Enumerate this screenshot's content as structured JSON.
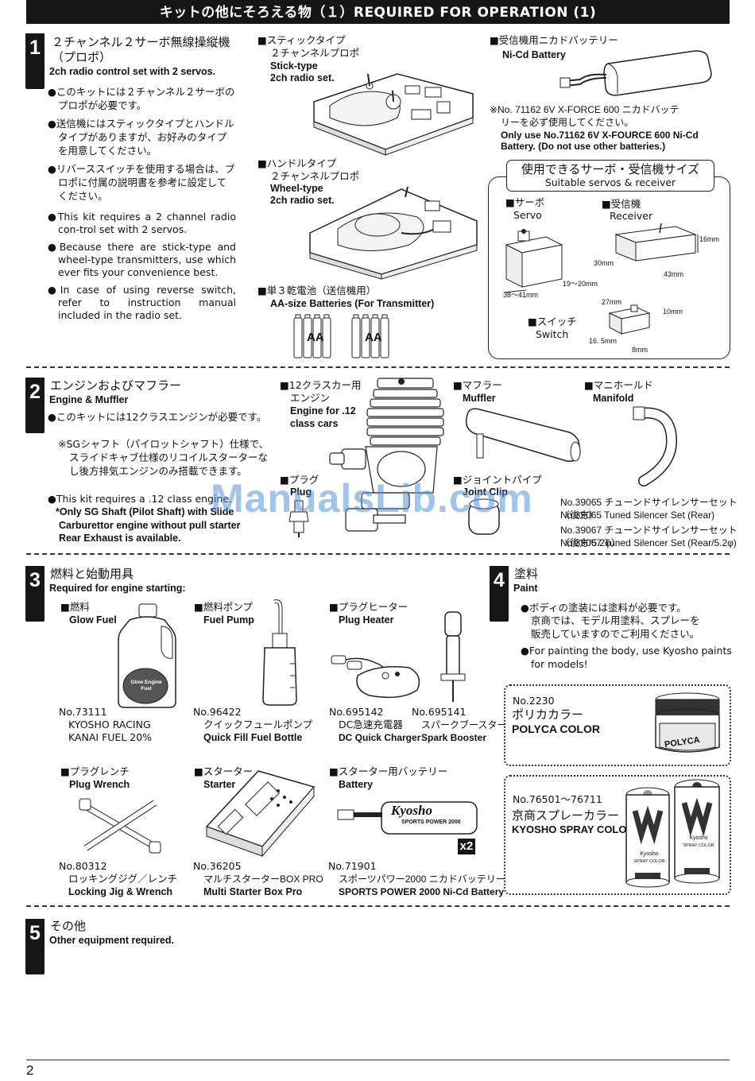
{
  "header": {
    "title": "キットの他にそろえる物（１）REQUIRED FOR OPERATION (1)"
  },
  "s1": {
    "num": "1",
    "title_jp": "２チャンネル２サーボ無線操縦機",
    "title_jp2": "（プロポ）",
    "title_en": "2ch radio control set with 2 servos.",
    "b1": "このキットには２チャンネル２サーボのプロポが必要です。",
    "b2": "送信機にはスティックタイプとハンドルタイプがありますが、お好みのタイプを用意してください。",
    "b3": "リバーススイッチを使用する場合は、プロポに付属の説明書を参考に設定してください。",
    "b4": "This kit requires a 2 channel radio con-trol set with 2 servos.",
    "b5": "Because there are stick-type and wheel-type transmitters, use which ever fits your convenience best.",
    "b6": "In case of using reverse switch, refer to instruction manual included in the radio set.",
    "stick_jp": "■スティックタイプ",
    "stick_jp2": "２チャンネルプロポ",
    "stick_en": "Stick-type",
    "stick_en2": "2ch radio set.",
    "wheel_jp": "■ハンドルタイプ",
    "wheel_jp2": "２チャンネルプロポ",
    "wheel_en": "Wheel-type",
    "wheel_en2": "2ch radio set.",
    "aa_jp": "■単３乾電池（送信機用）",
    "aa_en": "AA-size Batteries (For Transmitter)",
    "aa_label": "AA",
    "nicd_jp": "■受信機用ニカドバッテリー",
    "nicd_en": "Ni-Cd Battery",
    "nicd_note_jp": "※No. 71162 6V X-FORCE 600 ニカドバッテ",
    "nicd_note_jp2": "リーを必ず使用してください。",
    "nicd_note_en": "Only use No.71162 6V X-FOURCE 600 Ni-Cd",
    "nicd_note_en2": "Battery. (Do not use other batteries.)",
    "size_title_jp": "使用できるサーボ・受信機サイズ",
    "size_title_en": "Suitable servos & receiver",
    "servo_jp": "■サーボ",
    "servo_en": "Servo",
    "receiver_jp": "■受信機",
    "receiver_en": "Receiver",
    "switch_jp": "■スイッチ",
    "switch_en": "Switch",
    "dim_servo_w": "38〜41mm",
    "dim_servo_d": "19〜20mm",
    "dim_rx_h": "16mm",
    "dim_rx_d": "30mm",
    "dim_rx_w": "43mm",
    "dim_sw_w": "27mm",
    "dim_sw_h": "10mm",
    "dim_sw_d": "16. 5mm",
    "dim_sw_e": "8mm"
  },
  "s2": {
    "num": "2",
    "title_jp": "エンジンおよびマフラー",
    "title_en": "Engine & Muffler",
    "b1": "このキットには12クラスエンジンが必要です。",
    "n1": "※SGシャフト（パイロットシャフト）仕様で、スライドキャブ仕様のリコイルスターターなし後方排気エンジンのみ搭載できます。",
    "e1": "This kit requires a .12 class engine.",
    "e2": "*Only SG Shaft (Pilot Shaft) with Slide",
    "e3": "Carburettor engine without pull starter",
    "e4": "Rear Exhaust is available.",
    "engine_jp": "■12クラスカー用",
    "engine_jp2": "エンジン",
    "engine_en": "Engine for .12",
    "engine_en2": "class cars",
    "plug_jp": "■プラグ",
    "plug_en": "Plug",
    "muffler_jp": "■マフラー",
    "muffler_en": "Muffler",
    "joint_jp": "■ジョイントパイプ",
    "joint_en": "Joint Clip",
    "manifold_jp": "■マニホールド",
    "manifold_en": "Manifold",
    "p1": "No.39065 チューンドサイレンサーセット（後方）",
    "p2": "No.39065 Tuned Silencer Set (Rear)",
    "p3": "No.39067 チューンドサイレンサーセット（後方/5.2φ）",
    "p4": "No.39067 Tuned Silencer Set (Rear/5.2φ)"
  },
  "s3": {
    "num": "3",
    "title_jp": "燃料と始動用具",
    "title_en": "Required for engine starting:",
    "fuel_jp": "■燃料",
    "fuel_en": "Glow Fuel",
    "fuel_label": "Glow Engine Fuel",
    "fuel_no": "No.73111",
    "fuel_name": "KYOSHO RACING",
    "fuel_name2": "KANAI FUEL 20%",
    "pump_jp": "■燃料ポンプ",
    "pump_en": "Fuel Pump",
    "pump_no": "No.96422",
    "pump_name_jp": "クイックフュールポンプ",
    "pump_name_en": "Quick Fill Fuel Bottle",
    "heater_jp": "■プラグヒーター",
    "heater_en": "Plug Heater",
    "charger_no": "No.695142",
    "charger_jp": "DC急速充電器",
    "charger_en": "DC Quick Charger",
    "booster_no": "No.695141",
    "booster_jp": "スパークブースター",
    "booster_en": "Spark Booster",
    "wrench_jp": "■プラグレンチ",
    "wrench_en": "Plug Wrench",
    "wrench_no": "No.80312",
    "wrench_name_jp": "ロッキングジグ／レンチ",
    "wrench_name_en": "Locking Jig & Wrench",
    "starter_jp": "■スターター",
    "starter_en": "Starter",
    "starter_no": "No.36205",
    "starter_name_jp": "マルチスターターBOX PRO",
    "starter_name_en": "Multi Starter Box Pro",
    "sbat_jp": "■スターター用バッテリー",
    "sbat_en": "Battery",
    "sbat_brand": "Kyosho",
    "sbat_brand2": "SPORTS POWER 2000",
    "sbat_x2": "x2",
    "sbat_no": "No.71901",
    "sbat_name_jp": "スポーツパワー2000 ニカドバッテリー",
    "sbat_name_en": "SPORTS POWER 2000 Ni-Cd Battery"
  },
  "s4": {
    "num": "4",
    "title_jp": "塗料",
    "title_en": "Paint",
    "b1": "ボディの塗装には塗料が必要です。",
    "b1b": "京商では、モデル用塗料、スプレーを",
    "b1c": "販売していますのでご利用ください。",
    "b2": "For painting the body, use Kyosho paints",
    "b2b": "for models!",
    "polyca_no": "No.2230",
    "polyca_jp": "ポリカカラー",
    "polyca_en": "POLYCA COLOR",
    "polyca_label": "POLYCA",
    "spray_no": "No.76501〜76711",
    "spray_jp": "京商スプレーカラー",
    "spray_en": "KYOSHO SPRAY COLOR",
    "spray_brand": "Kyosho",
    "spray_sub": "SPRAY COLOR"
  },
  "s5": {
    "num": "5",
    "title_jp": "その他",
    "title_en": "Other equipment required."
  },
  "footer": {
    "page": "2"
  },
  "watermark": "ManualsLib.com"
}
